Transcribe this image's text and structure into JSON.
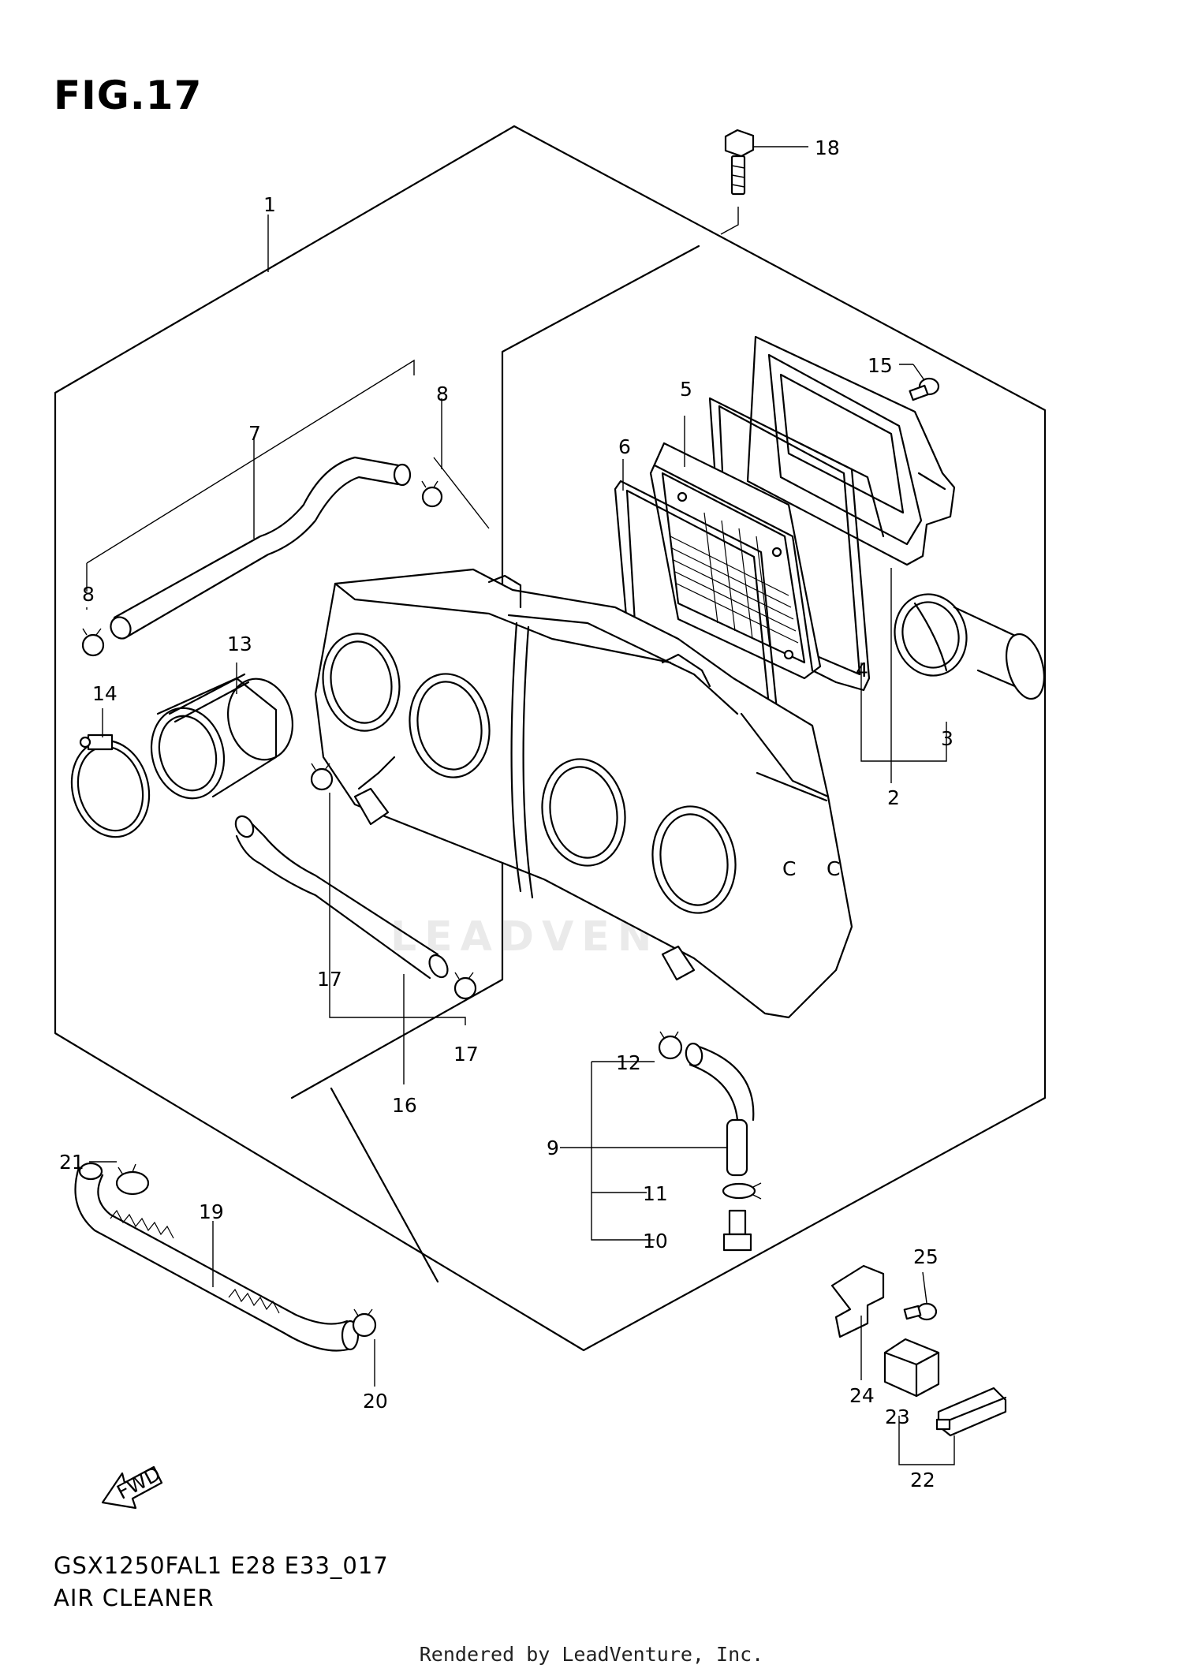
{
  "figure": {
    "title": "FIG.17",
    "model_code": "GSX1250FAL1 E28 E33_017",
    "section_name": "AIR CLEANER",
    "render_credit": "Rendered by LeadVenture, Inc.",
    "watermark": "LEADVENTURE"
  },
  "callouts": {
    "c1": "1",
    "c2": "2",
    "c3": "3",
    "c4": "4",
    "c5": "5",
    "c6": "6",
    "c7": "7",
    "c8a": "8",
    "c8b": "8",
    "c9": "9",
    "c10": "10",
    "c11": "11",
    "c12": "12",
    "c13": "13",
    "c14": "14",
    "c15": "15",
    "c16": "16",
    "c17a": "17",
    "c17b": "17",
    "c18": "18",
    "c19": "19",
    "c20": "20",
    "c21": "21",
    "c22": "22",
    "c23": "23",
    "c24": "24",
    "c25": "25"
  },
  "fwd_arrow": {
    "label": "FWD"
  }
}
